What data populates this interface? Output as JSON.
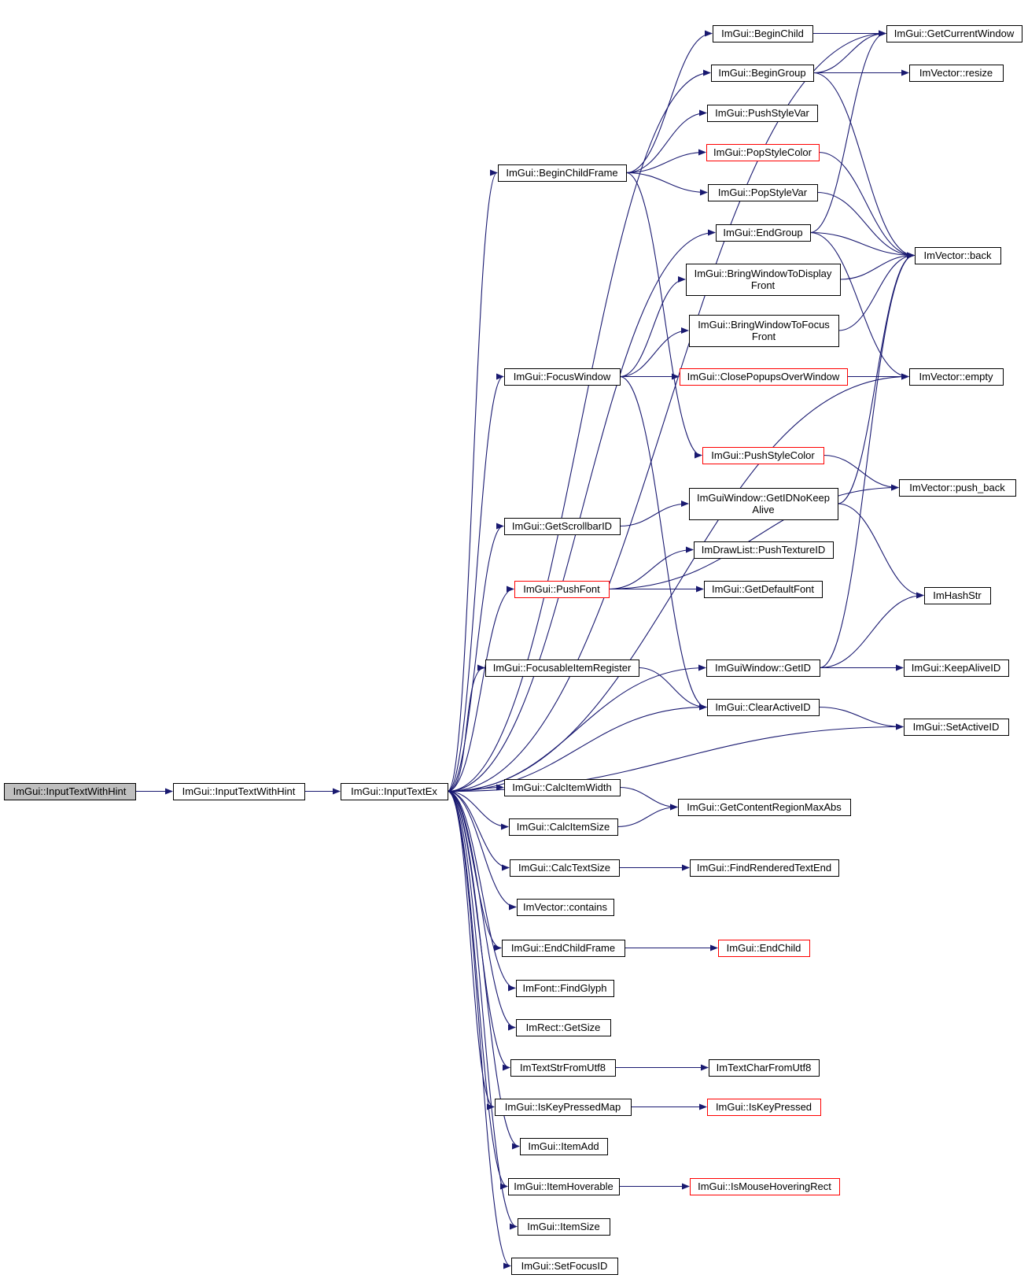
{
  "graph": {
    "edge_color": "#191970",
    "nodes": [
      {
        "id": "root",
        "lines": [
          "ImGui::InputTextWithHint"
        ],
        "style": "root"
      },
      {
        "id": "n_ith",
        "lines": [
          "ImGui::InputTextWithHint"
        ],
        "style": "normal"
      },
      {
        "id": "n_ite",
        "lines": [
          "ImGui::InputTextEx"
        ],
        "style": "normal"
      },
      {
        "id": "n_beginchild",
        "lines": [
          "ImGui::BeginChild"
        ],
        "style": "normal"
      },
      {
        "id": "n_getcurwin",
        "lines": [
          "ImGui::GetCurrentWindow"
        ],
        "style": "normal"
      },
      {
        "id": "n_begingroup",
        "lines": [
          "ImGui::BeginGroup"
        ],
        "style": "normal"
      },
      {
        "id": "n_resize",
        "lines": [
          "ImVector::resize"
        ],
        "style": "normal"
      },
      {
        "id": "n_pushstylevar",
        "lines": [
          "ImGui::PushStyleVar"
        ],
        "style": "normal"
      },
      {
        "id": "n_popstylecolor",
        "lines": [
          "ImGui::PopStyleColor"
        ],
        "style": "red"
      },
      {
        "id": "n_beginchildframe",
        "lines": [
          "ImGui::BeginChildFrame"
        ],
        "style": "normal"
      },
      {
        "id": "n_popstylevar",
        "lines": [
          "ImGui::PopStyleVar"
        ],
        "style": "normal"
      },
      {
        "id": "n_endgroup",
        "lines": [
          "ImGui::EndGroup"
        ],
        "style": "normal"
      },
      {
        "id": "n_back",
        "lines": [
          "ImVector::back"
        ],
        "style": "normal"
      },
      {
        "id": "n_bwtdf",
        "lines": [
          "ImGui::BringWindowToDisplay",
          "Front"
        ],
        "style": "normal"
      },
      {
        "id": "n_bwtff",
        "lines": [
          "ImGui::BringWindowToFocus",
          "Front"
        ],
        "style": "normal"
      },
      {
        "id": "n_focuswindow",
        "lines": [
          "ImGui::FocusWindow"
        ],
        "style": "normal"
      },
      {
        "id": "n_closepopups",
        "lines": [
          "ImGui::ClosePopupsOverWindow"
        ],
        "style": "red"
      },
      {
        "id": "n_empty",
        "lines": [
          "ImVector::empty"
        ],
        "style": "normal"
      },
      {
        "id": "n_pushstylecolor",
        "lines": [
          "ImGui::PushStyleColor"
        ],
        "style": "red"
      },
      {
        "id": "n_pushback",
        "lines": [
          "ImVector::push_back"
        ],
        "style": "normal"
      },
      {
        "id": "n_getidnokeep",
        "lines": [
          "ImGuiWindow::GetIDNoKeep",
          "Alive"
        ],
        "style": "normal"
      },
      {
        "id": "n_getscrollbarid",
        "lines": [
          "ImGui::GetScrollbarID"
        ],
        "style": "normal"
      },
      {
        "id": "n_pushtextureid",
        "lines": [
          "ImDrawList::PushTextureID"
        ],
        "style": "normal"
      },
      {
        "id": "n_pushfont",
        "lines": [
          "ImGui::PushFont"
        ],
        "style": "red"
      },
      {
        "id": "n_getdefaultfont",
        "lines": [
          "ImGui::GetDefaultFont"
        ],
        "style": "normal"
      },
      {
        "id": "n_imhashstr",
        "lines": [
          "ImHashStr"
        ],
        "style": "normal"
      },
      {
        "id": "n_focusableitem",
        "lines": [
          "ImGui::FocusableItemRegister"
        ],
        "style": "normal"
      },
      {
        "id": "n_getid",
        "lines": [
          "ImGuiWindow::GetID"
        ],
        "style": "normal"
      },
      {
        "id": "n_keepaliveid",
        "lines": [
          "ImGui::KeepAliveID"
        ],
        "style": "normal"
      },
      {
        "id": "n_clearactiveid",
        "lines": [
          "ImGui::ClearActiveID"
        ],
        "style": "normal"
      },
      {
        "id": "n_setactiveid",
        "lines": [
          "ImGui::SetActiveID"
        ],
        "style": "normal"
      },
      {
        "id": "n_calcitemwidth",
        "lines": [
          "ImGui::CalcItemWidth"
        ],
        "style": "normal"
      },
      {
        "id": "n_getcontentregion",
        "lines": [
          "ImGui::GetContentRegionMaxAbs"
        ],
        "style": "normal"
      },
      {
        "id": "n_calcitemsize",
        "lines": [
          "ImGui::CalcItemSize"
        ],
        "style": "normal"
      },
      {
        "id": "n_calctextsize",
        "lines": [
          "ImGui::CalcTextSize"
        ],
        "style": "normal"
      },
      {
        "id": "n_findrendered",
        "lines": [
          "ImGui::FindRenderedTextEnd"
        ],
        "style": "normal"
      },
      {
        "id": "n_contains",
        "lines": [
          "ImVector::contains"
        ],
        "style": "normal"
      },
      {
        "id": "n_endchildframe",
        "lines": [
          "ImGui::EndChildFrame"
        ],
        "style": "normal"
      },
      {
        "id": "n_endchild",
        "lines": [
          "ImGui::EndChild"
        ],
        "style": "red"
      },
      {
        "id": "n_findglyph",
        "lines": [
          "ImFont::FindGlyph"
        ],
        "style": "normal"
      },
      {
        "id": "n_getsize",
        "lines": [
          "ImRect::GetSize"
        ],
        "style": "normal"
      },
      {
        "id": "n_textstrfromutf8",
        "lines": [
          "ImTextStrFromUtf8"
        ],
        "style": "normal"
      },
      {
        "id": "n_textcharfromutf8",
        "lines": [
          "ImTextCharFromUtf8"
        ],
        "style": "normal"
      },
      {
        "id": "n_iskeypressedmap",
        "lines": [
          "ImGui::IsKeyPressedMap"
        ],
        "style": "normal"
      },
      {
        "id": "n_iskeypressed",
        "lines": [
          "ImGui::IsKeyPressed"
        ],
        "style": "red"
      },
      {
        "id": "n_itemadd",
        "lines": [
          "ImGui::ItemAdd"
        ],
        "style": "normal"
      },
      {
        "id": "n_itemhoverable",
        "lines": [
          "ImGui::ItemHoverable"
        ],
        "style": "normal"
      },
      {
        "id": "n_ismousehovering",
        "lines": [
          "ImGui::IsMouseHoveringRect"
        ],
        "style": "red"
      },
      {
        "id": "n_itemsize",
        "lines": [
          "ImGui::ItemSize"
        ],
        "style": "normal"
      },
      {
        "id": "n_setfocusid",
        "lines": [
          "ImGui::SetFocusID"
        ],
        "style": "normal"
      }
    ],
    "edges": [
      [
        "root",
        "n_ith"
      ],
      [
        "n_ith",
        "n_ite"
      ],
      [
        "n_ite",
        "n_getcurwin"
      ],
      [
        "n_ite",
        "n_begingroup"
      ],
      [
        "n_ite",
        "n_beginchildframe"
      ],
      [
        "n_ite",
        "n_endgroup"
      ],
      [
        "n_ite",
        "n_focuswindow"
      ],
      [
        "n_ite",
        "n_empty"
      ],
      [
        "n_ite",
        "n_getscrollbarid"
      ],
      [
        "n_ite",
        "n_pushfont"
      ],
      [
        "n_ite",
        "n_getid"
      ],
      [
        "n_ite",
        "n_focusableitem"
      ],
      [
        "n_ite",
        "n_clearactiveid"
      ],
      [
        "n_ite",
        "n_setactiveid"
      ],
      [
        "n_ite",
        "n_calcitemwidth"
      ],
      [
        "n_ite",
        "n_calcitemsize"
      ],
      [
        "n_ite",
        "n_calctextsize"
      ],
      [
        "n_ite",
        "n_contains"
      ],
      [
        "n_ite",
        "n_endchildframe"
      ],
      [
        "n_ite",
        "n_findglyph"
      ],
      [
        "n_ite",
        "n_getsize"
      ],
      [
        "n_ite",
        "n_textstrfromutf8"
      ],
      [
        "n_ite",
        "n_iskeypressedmap"
      ],
      [
        "n_ite",
        "n_itemadd"
      ],
      [
        "n_ite",
        "n_itemhoverable"
      ],
      [
        "n_ite",
        "n_itemsize"
      ],
      [
        "n_ite",
        "n_setfocusid"
      ],
      [
        "n_beginchildframe",
        "n_beginchild"
      ],
      [
        "n_beginchildframe",
        "n_pushstylevar"
      ],
      [
        "n_beginchildframe",
        "n_popstylecolor"
      ],
      [
        "n_beginchildframe",
        "n_popstylevar"
      ],
      [
        "n_beginchildframe",
        "n_pushstylecolor"
      ],
      [
        "n_beginchild",
        "n_getcurwin"
      ],
      [
        "n_begingroup",
        "n_getcurwin"
      ],
      [
        "n_begingroup",
        "n_resize"
      ],
      [
        "n_begingroup",
        "n_back"
      ],
      [
        "n_popstylecolor",
        "n_back"
      ],
      [
        "n_popstylevar",
        "n_back"
      ],
      [
        "n_endgroup",
        "n_getcurwin"
      ],
      [
        "n_endgroup",
        "n_back"
      ],
      [
        "n_endgroup",
        "n_empty"
      ],
      [
        "n_bwtdf",
        "n_back"
      ],
      [
        "n_bwtff",
        "n_back"
      ],
      [
        "n_focuswindow",
        "n_bwtdf"
      ],
      [
        "n_focuswindow",
        "n_bwtff"
      ],
      [
        "n_focuswindow",
        "n_closepopups"
      ],
      [
        "n_focuswindow",
        "n_clearactiveid"
      ],
      [
        "n_closepopups",
        "n_empty"
      ],
      [
        "n_pushstylecolor",
        "n_pushback"
      ],
      [
        "n_getidnokeep",
        "n_back"
      ],
      [
        "n_getidnokeep",
        "n_imhashstr"
      ],
      [
        "n_getscrollbarid",
        "n_getidnokeep"
      ],
      [
        "n_pushfont",
        "n_pushtextureid"
      ],
      [
        "n_pushfont",
        "n_getdefaultfont"
      ],
      [
        "n_pushfont",
        "n_pushback"
      ],
      [
        "n_focusableitem",
        "n_clearactiveid"
      ],
      [
        "n_getid",
        "n_back"
      ],
      [
        "n_getid",
        "n_imhashstr"
      ],
      [
        "n_getid",
        "n_keepaliveid"
      ],
      [
        "n_clearactiveid",
        "n_setactiveid"
      ],
      [
        "n_calcitemwidth",
        "n_getcontentregion"
      ],
      [
        "n_calcitemsize",
        "n_getcontentregion"
      ],
      [
        "n_calctextsize",
        "n_findrendered"
      ],
      [
        "n_endchildframe",
        "n_endchild"
      ],
      [
        "n_textstrfromutf8",
        "n_textcharfromutf8"
      ],
      [
        "n_iskeypressedmap",
        "n_iskeypressed"
      ],
      [
        "n_itemhoverable",
        "n_ismousehovering"
      ]
    ]
  }
}
